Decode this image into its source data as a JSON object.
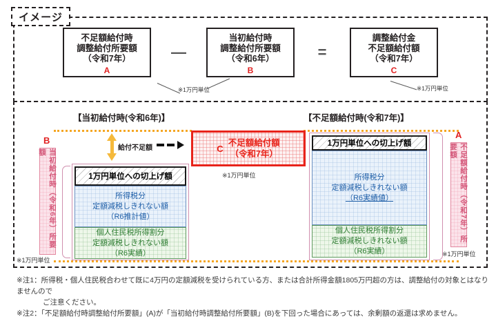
{
  "badge": {
    "label": "イメージ"
  },
  "formula": {
    "boxes": [
      {
        "tag": "A",
        "lines": [
          "不足額給付時",
          "調整給付所要額",
          "（令和7年）"
        ],
        "unit_note": "※1万円単位"
      },
      {
        "tag": "B",
        "lines": [
          "当初給付時",
          "調整給付所要額",
          "（令和6年）"
        ],
        "unit_note": "※1万円単位"
      },
      {
        "tag": "C",
        "lines": [
          "調整給付金",
          "不足額給付額",
          "（令和7年）"
        ],
        "unit_note": "※1万円単位"
      }
    ],
    "operators": {
      "minus": "—",
      "equals": "="
    }
  },
  "sections": {
    "left_heading": "【当初給付時(令和6年)】",
    "right_heading": "【不足額給付時(令和7年)】"
  },
  "left_bar": {
    "vertical_label": {
      "tag": "B",
      "text": "当初給付時（令和6年）所要額",
      "unit_note": "※1万円単位"
    },
    "segments": [
      {
        "name": "roundup",
        "lines": [
          "1万円単位への切上げ額"
        ]
      },
      {
        "name": "income-tax",
        "lines": [
          "所得税分",
          "定額減税しきれない額",
          "（R6推計値）"
        ]
      },
      {
        "name": "resident-tax",
        "lines": [
          "個人住民税所得割分",
          "定額減税しきれない額",
          "（R6実績）"
        ]
      }
    ]
  },
  "right_bar": {
    "vertical_label": {
      "tag": "A",
      "text": "不足額給付時（令和7年）所要額",
      "unit_note": "※1万円単位"
    },
    "segments": [
      {
        "name": "roundup",
        "lines": [
          "1万円単位への切上げ額"
        ]
      },
      {
        "name": "income-tax",
        "lines": [
          "所得税分",
          "定額減税しきれない額",
          "（R6実績値）"
        ]
      },
      {
        "name": "resident-tax",
        "lines": [
          "個人住民税所得割分",
          "定額減税しきれない額",
          "（R6実績）"
        ]
      }
    ]
  },
  "shortage": {
    "label": "給付不足額",
    "callout": {
      "tag": "C",
      "lines": [
        "不足額給付額",
        "（令和7年）"
      ],
      "unit_note": "※1万円単位"
    }
  },
  "footnotes": [
    {
      "lead": "※注1：所得税・個人住民税合わせて既に4万円の定額減税を受けられている方、または合計所得金額1805万円超の方は、調整給付の対象とはなりませんので",
      "cont": "ご注意ください。"
    },
    {
      "lead": "※注2：「不足額給付時調整給付所要額」(A)が「当初給付時調整給付所要額」(B)を下回った場合にあっては、余剰額の返還は求めません。",
      "cont": ""
    }
  ],
  "colors": {
    "accent_red": "#e8231a",
    "pink": "#d4587a",
    "orange": "#f5a623",
    "blue": "#1f5fa8",
    "green": "#2e7d32"
  }
}
